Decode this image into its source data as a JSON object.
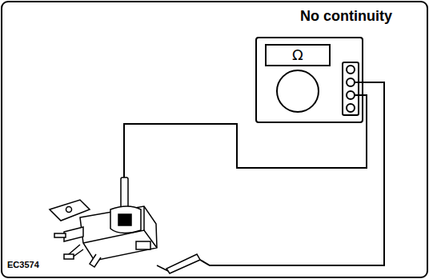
{
  "diagram": {
    "labels": [
      "No continuity",
      "Ω",
      "EC3574"
    ]
  }
}
